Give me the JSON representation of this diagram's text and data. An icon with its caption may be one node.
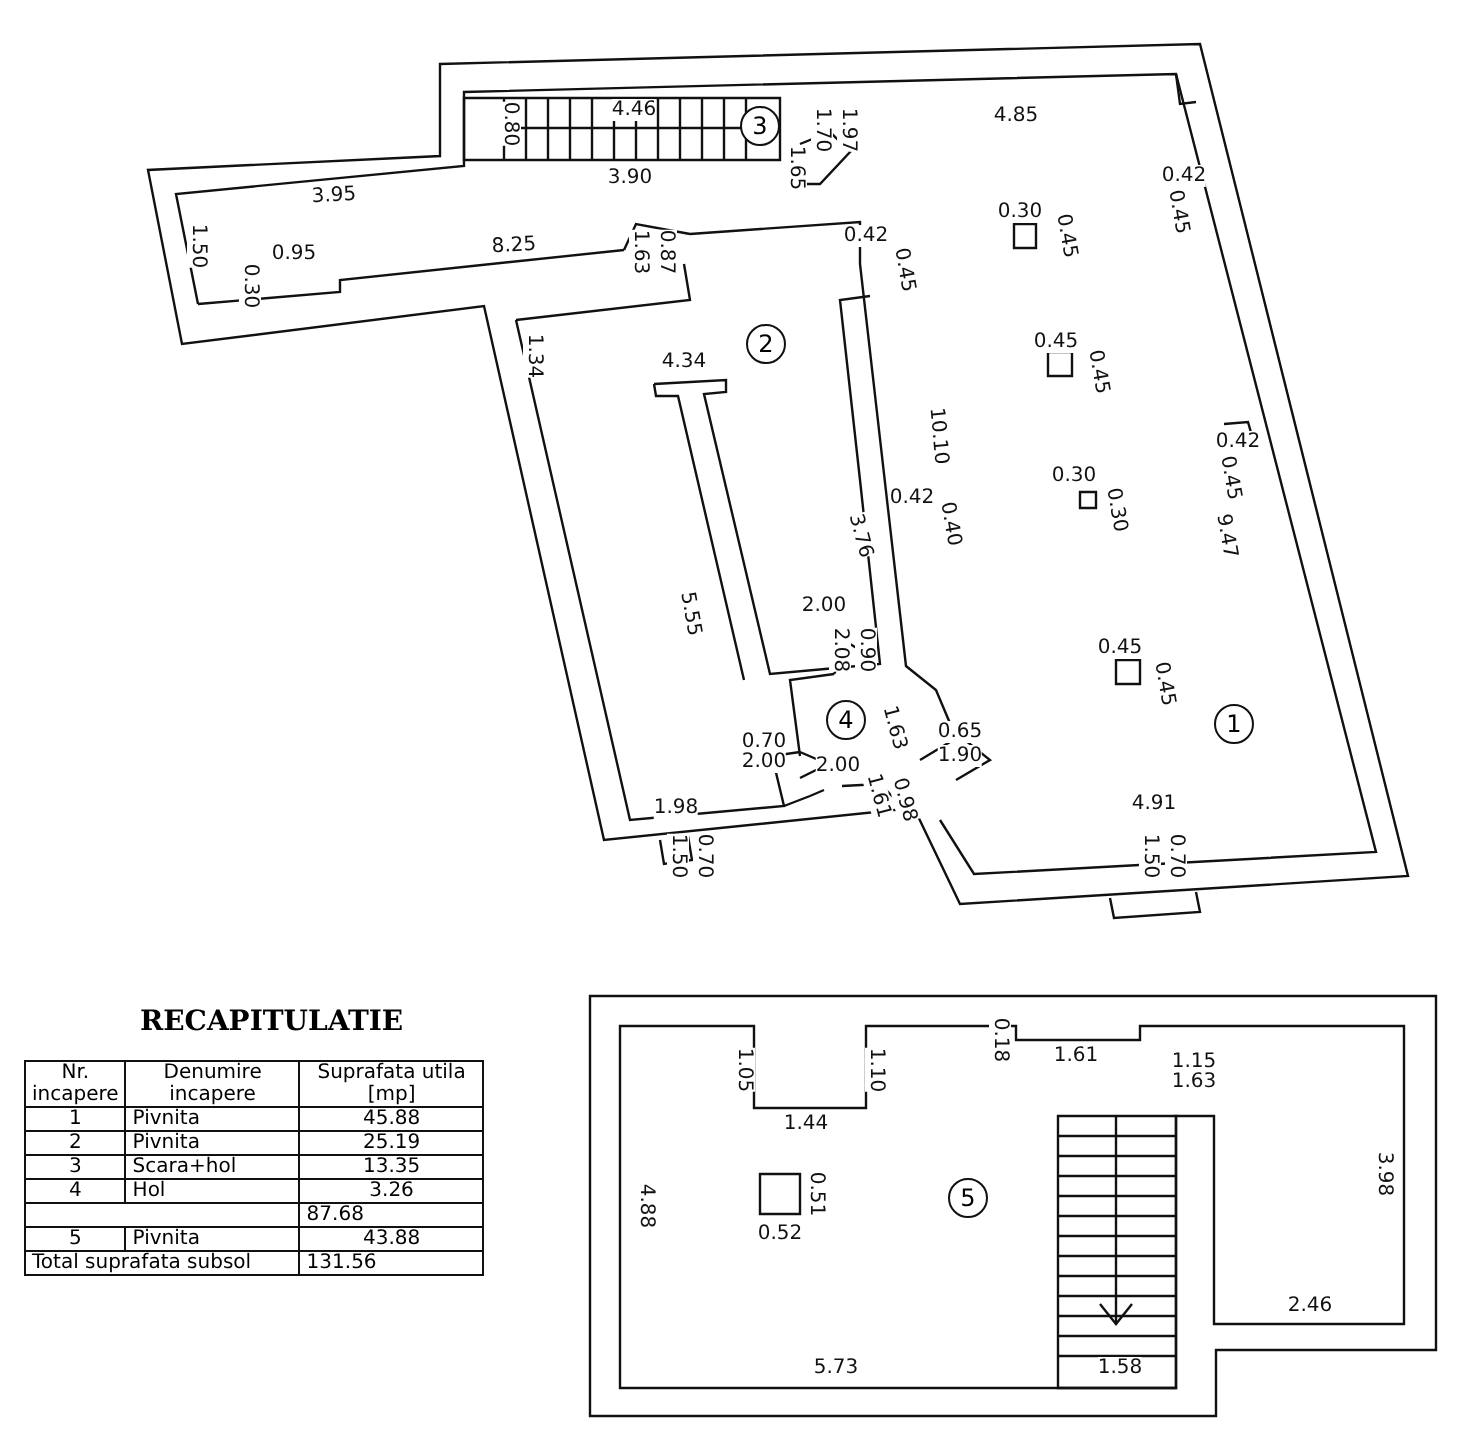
{
  "diagram": {
    "nodes": [
      {
        "text": [
          "3"
        ]
      },
      {
        "text": [
          "2"
        ]
      },
      {
        "text": [
          "1"
        ]
      },
      {
        "text": [
          "4"
        ]
      },
      {
        "text": [
          "5"
        ]
      }
    ],
    "labels": [
      "4.46",
      "0.80",
      "1.70",
      "1.97",
      "1.65",
      "3.90",
      "3.95",
      "1.50",
      "0.95",
      "0.30",
      "8.25",
      "1.63",
      "0.87",
      "0.42",
      "4.85",
      "0.42",
      "0.45",
      "0.30",
      "0.45",
      "0.45",
      "1.34",
      "4.34",
      "0.45",
      "0.45",
      "10.10",
      "0.42",
      "0.45",
      "9.47",
      "0.30",
      "0.30",
      "3.76",
      "0.42",
      "0.40",
      "5.55",
      "2.00",
      "2.08",
      "0.90",
      "0.45",
      "0.45",
      "0.70",
      "2.00",
      "2.00",
      "1.63",
      "0.65",
      "1.90",
      "1.61",
      "0.98",
      "1.98",
      "1.50",
      "0.70",
      "4.91",
      "1.50",
      "0.70",
      "1.05",
      "1.10",
      "0.18",
      "1.61",
      "1.15",
      "1.63",
      "1.44",
      "4.88",
      "0.51",
      "0.52",
      "3.98",
      "2.46",
      "5.73",
      "1.58",
      "RECAPITULATIE",
      "Nr. incapere",
      "Denumire incapere",
      "Suprafata utila [mp]",
      "1",
      "Pivnita",
      "45.88",
      "2",
      "Pivnita",
      "25.19",
      "3",
      "Scara+hol",
      "13.35",
      "4",
      "Hol",
      "3.26",
      "87.68",
      "5",
      "Pivnita",
      "43.88",
      "Total suprafata subsol",
      "131.56"
    ]
  }
}
